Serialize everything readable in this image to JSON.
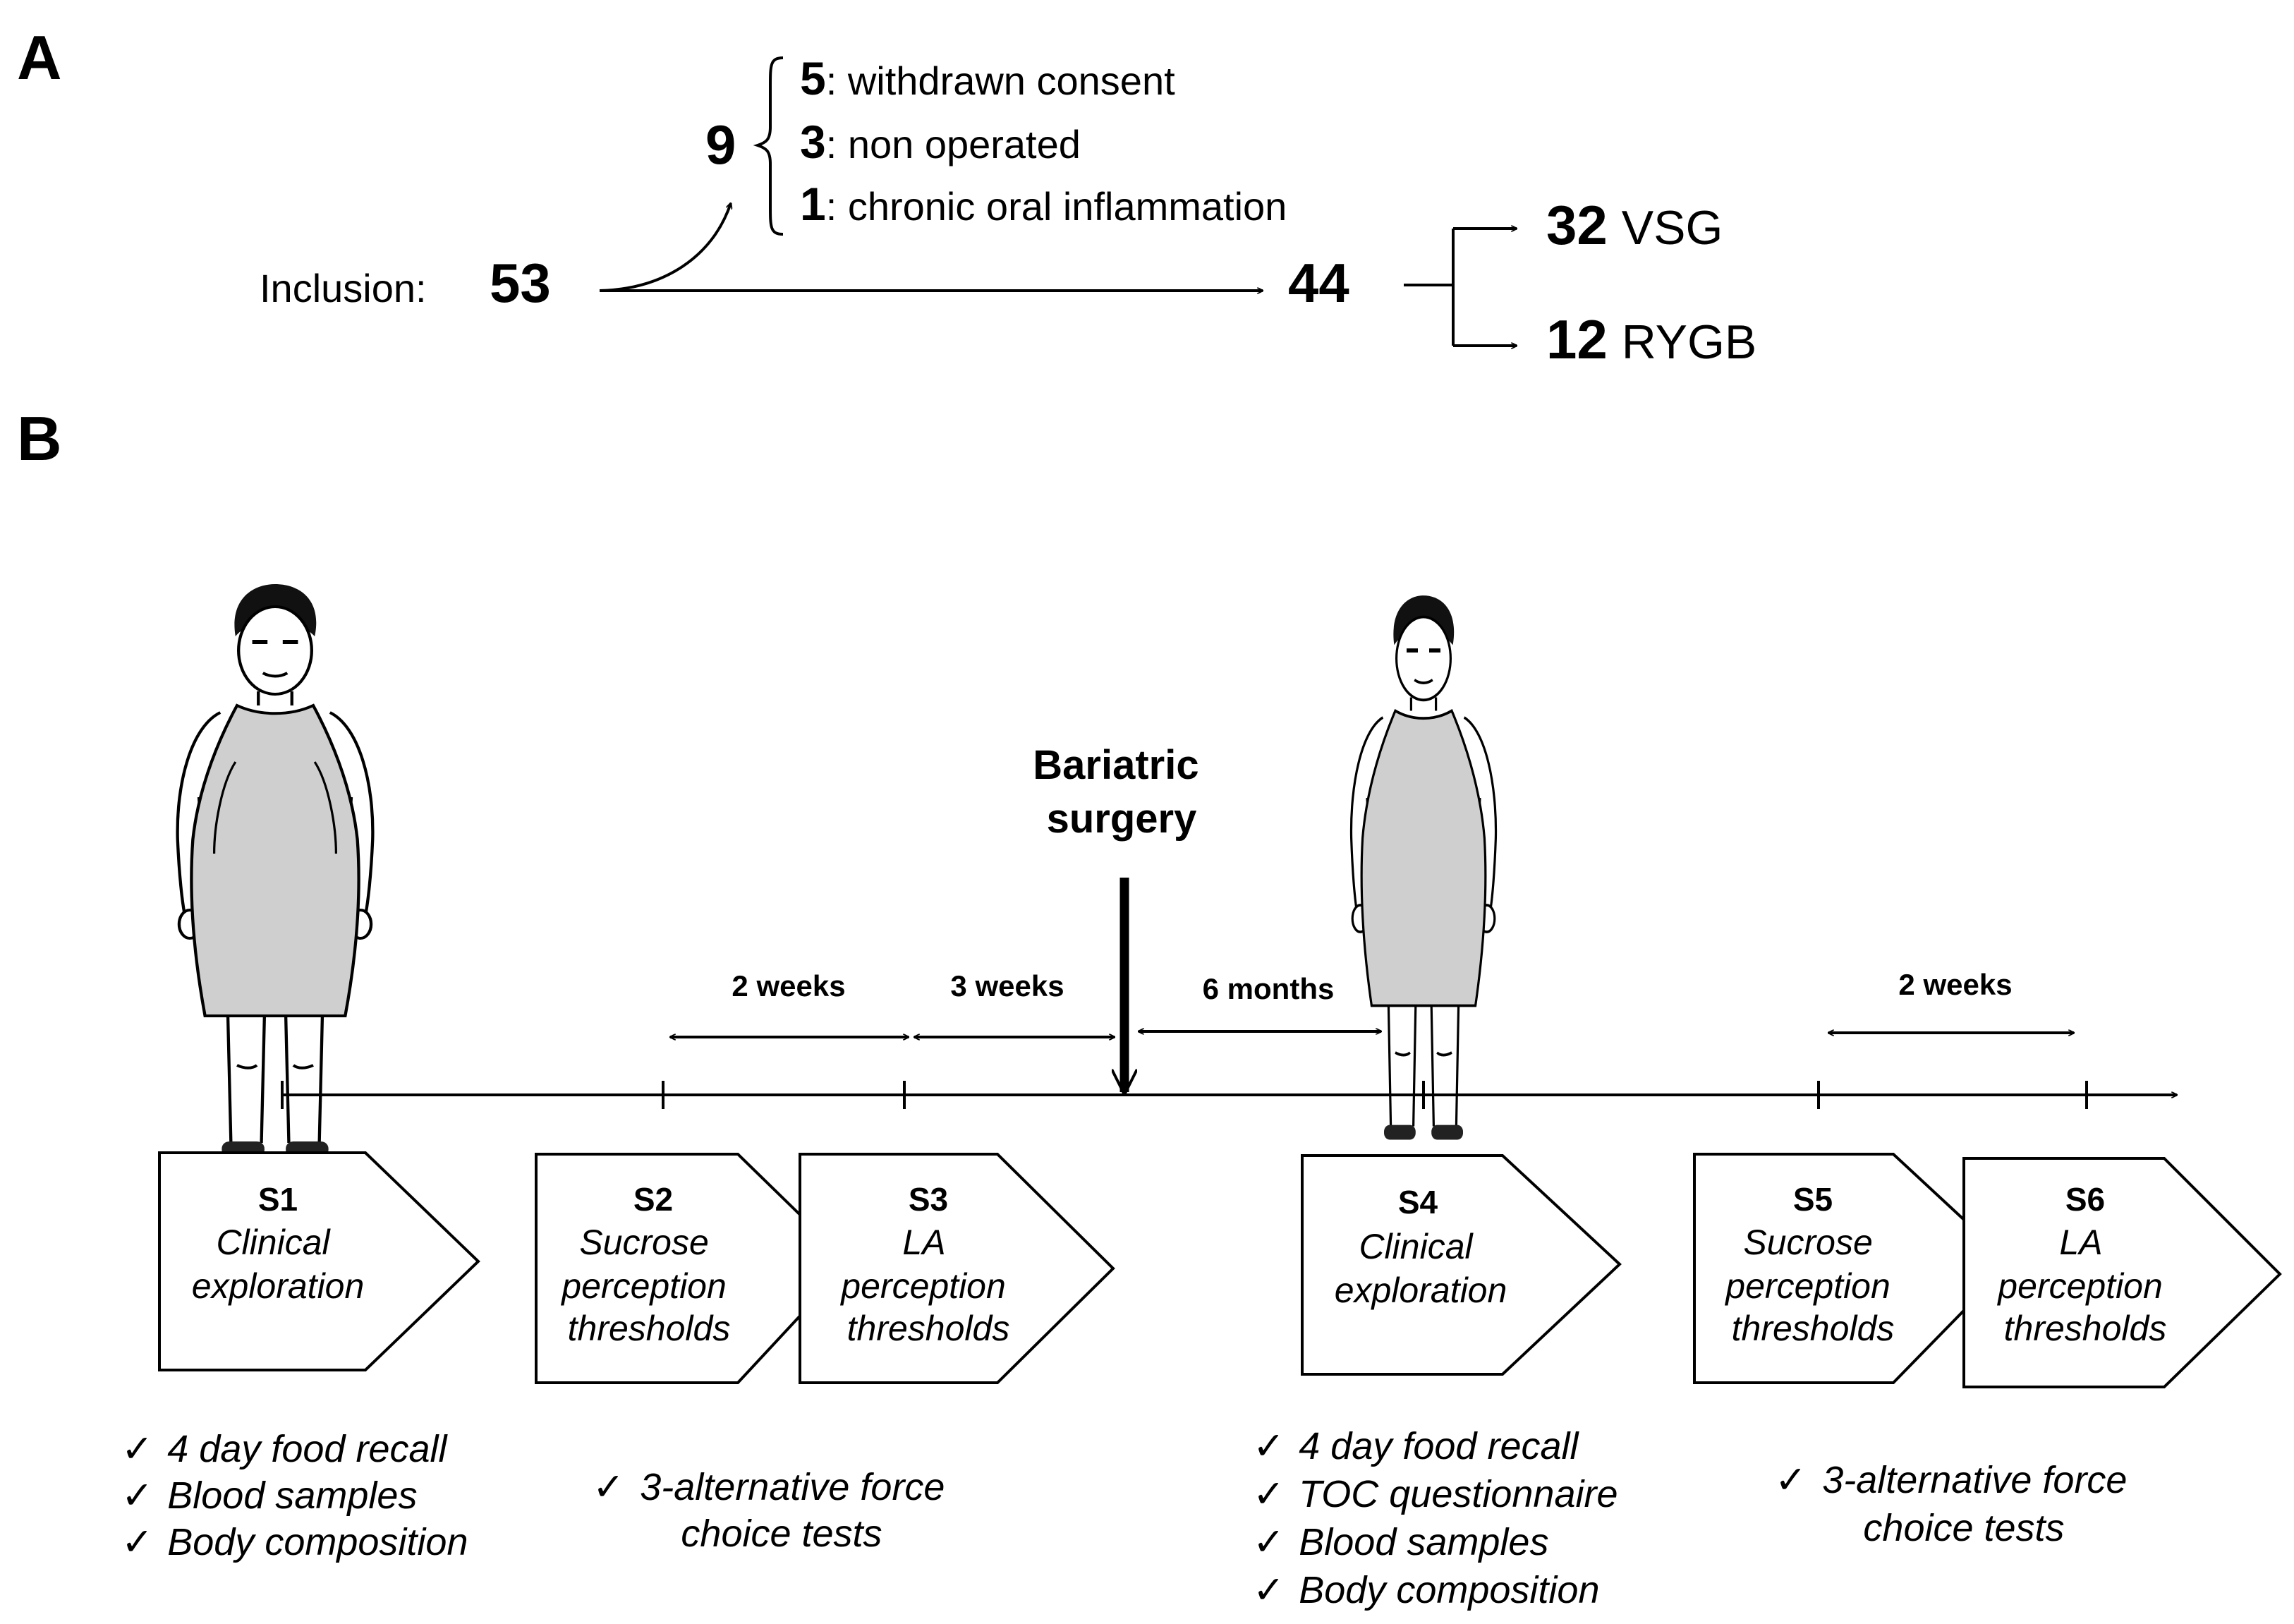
{
  "panel_a": {
    "label": "A",
    "inclusion_label": "Inclusion:",
    "inclusion_n": "53",
    "excluded_n": "9",
    "exclusions": [
      {
        "n": "5",
        "reason": ":  withdrawn consent"
      },
      {
        "n": "3",
        "reason": ": non operated"
      },
      {
        "n": "1",
        "reason": ": chronic oral inflammation"
      }
    ],
    "operated_n": "44",
    "groups": [
      {
        "n": "32",
        "name": "VSG"
      },
      {
        "n": "12",
        "name": "RYGB"
      }
    ]
  },
  "panel_b": {
    "label": "B",
    "surgery_title": [
      "Bariatric",
      "surgery"
    ],
    "intervals": [
      "2 weeks",
      "3 weeks",
      "6 months",
      "2 weeks"
    ],
    "sessions": [
      {
        "id": "S1",
        "lines": [
          "Clinical",
          "exploration"
        ]
      },
      {
        "id": "S2",
        "lines": [
          "Sucrose",
          "perception",
          "thresholds"
        ]
      },
      {
        "id": "S3",
        "lines": [
          "LA",
          "perception",
          "thresholds"
        ]
      },
      {
        "id": "S4",
        "lines": [
          "Clinical",
          "exploration"
        ]
      },
      {
        "id": "S5",
        "lines": [
          "Sucrose",
          "perception",
          "thresholds"
        ]
      },
      {
        "id": "S6",
        "lines": [
          "LA",
          "perception",
          "thresholds"
        ]
      }
    ],
    "checklists": [
      {
        "items": [
          "4 day food recall",
          "Blood  samples",
          "Body composition"
        ]
      },
      {
        "items": [
          "3-alternative force",
          "choice tests"
        ]
      },
      {
        "items": [
          "4 day food recall",
          "TOC questionnaire",
          "Blood  samples",
          "Body composition"
        ]
      },
      {
        "items": [
          "3-alternative force",
          "choice tests"
        ]
      }
    ],
    "check_mark": "✓",
    "figures": [
      {
        "icon": "patient-before-surgery"
      },
      {
        "icon": "patient-after-surgery"
      }
    ]
  }
}
